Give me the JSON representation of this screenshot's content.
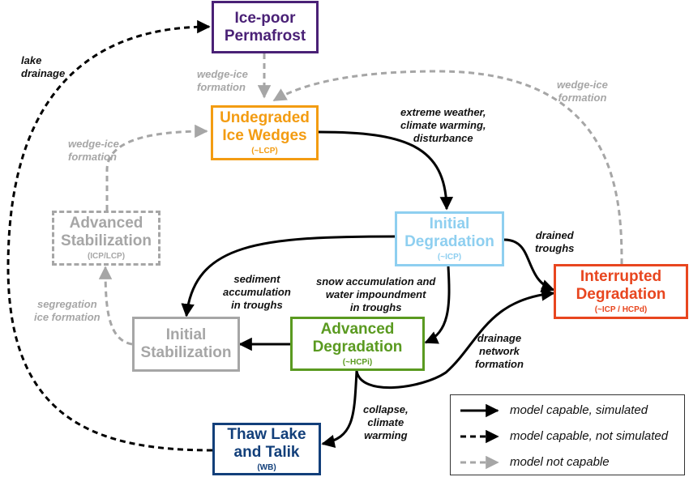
{
  "colors": {
    "ice_poor": "#4a2176",
    "undegraded": "#f39c12",
    "initial_degradation": "#8ecff0",
    "interrupted": "#e8461f",
    "advanced_degradation": "#5a9a20",
    "stabilization": "#a6a6a6",
    "thaw_lake": "#123f7a",
    "simulated": "#000000",
    "not_capable": "#a6a6a6"
  },
  "nodes": {
    "ice_poor": {
      "title": "Ice-poor\nPermafrost",
      "sub": ""
    },
    "undegraded": {
      "title": "Undegraded\nIce Wedges",
      "sub": "(~LCP)"
    },
    "initial_degradation": {
      "title": "Initial\nDegradation",
      "sub": "(~ICP)"
    },
    "interrupted": {
      "title": "Interrupted\nDegradation",
      "sub": "(~ICP / HCPd)"
    },
    "advanced_stabilization": {
      "title": "Advanced\nStabilization",
      "sub": "(ICP/LCP)"
    },
    "initial_stabilization": {
      "title": "Initial\nStabilization",
      "sub": ""
    },
    "advanced_degradation": {
      "title": "Advanced\nDegradation",
      "sub": "(~HCPi)"
    },
    "thaw_lake": {
      "title": "Thaw Lake\nand Talik",
      "sub": "(WB)"
    }
  },
  "labels": {
    "lake_drainage": "lake\ndrainage",
    "wedge_ice_top": "wedge-ice\nformation",
    "wedge_ice_right": "wedge-ice\nformation",
    "wedge_ice_left": "wedge-ice\nformation",
    "extreme_weather": "extreme weather,\nclimate warming,\ndisturbance",
    "drained_troughs": "drained\ntroughs",
    "sediment": "sediment\naccumulation\nin troughs",
    "snow": "snow accumulation and\nwater impoundment\nin troughs",
    "segregation": "segregation\nice formation",
    "drainage_network": "drainage\nnetwork\nformation",
    "collapse": "collapse,\nclimate\nwarming"
  },
  "legend": {
    "simulated": "model capable, simulated",
    "not_simulated": "model capable, not simulated",
    "not_capable": "model not capable"
  }
}
